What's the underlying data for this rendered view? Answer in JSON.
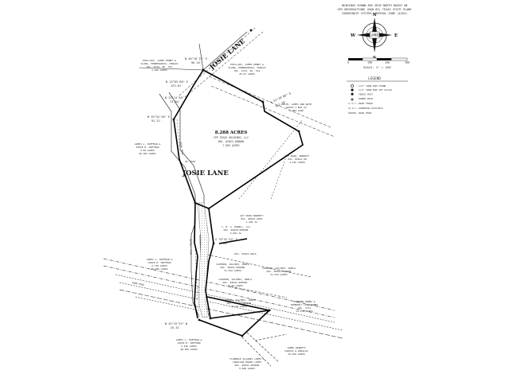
{
  "header_note": [
    "BEARINGS SHOWN ARE GRID NORTH BASED ON",
    "GPS OBSERVATIONS (NAD 83) TEXAS STATE PLANE",
    "COORDINATE SYSTEM, CENTRAL ZONE (4203)"
  ],
  "compass": {
    "north": "N",
    "south": "S",
    "east": "E",
    "west": "W",
    "center": "LAND"
  },
  "scale_bar": {
    "ticks": [
      "0",
      "100",
      "200",
      "300"
    ],
    "label": "SCALE: 1\" = 100'"
  },
  "legend": {
    "title": "LEGEND",
    "items": [
      "1/2\" IRON ROD FOUND",
      "1/2\" IRON ROD SET W/CAP",
      "FENCE POST",
      "POWER POLE",
      "WIRE FENCE",
      "OVERHEAD ELECTRIC",
      "ROAD EDGE"
    ]
  },
  "road_top": "JOSIE LANE",
  "road_mid": "JOSIE LANE",
  "tract": {
    "acreage": "8.288 ACRES",
    "lines": [
      "CPP TEXAS HOLDINGS, LLC",
      "DOC. #2022-000000",
      "7.895 ACRES"
    ]
  },
  "bearings": {
    "b1": "N 46°18'15\" E",
    "b1d": "96.16'",
    "b2": "N 13°05'06\" E",
    "b2d": "123.61'",
    "b3": "N 21°14'30\" E",
    "b3d": "73.84'",
    "b4": "N 35°54'48\" E",
    "b4d": "91.21'",
    "b5": "S 51°20'06\" E",
    "b5d": "362.39'",
    "b6": "S 70°52'43\" E",
    "b6d": "4.09'",
    "b7": "N 45°19'53\" W",
    "b7d": "25.51'"
  },
  "owners": {
    "o_top_left": [
      "PHILLIPS, JAMES PENNY &",
      "SLUNG, PENDERGRASS, DONALD",
      "VOL. 4734, PG. 512",
      "3.000 ACRES"
    ],
    "o_top_mid": [
      "PHILLIPS, JAMES PENNY &",
      "SLUNG, PENDERGRASS, DONALD",
      "VOL. 4734, PG. 512",
      "45.07 ACRES"
    ],
    "o_right_top": [
      "SMITH, JAMES AND RUTH",
      "ROUTE 3 BOX 22",
      "1.000 ACRE"
    ],
    "o_left": [
      "JAMES L. HOFFMAN &",
      "JODIE M. HOFFMAN",
      "4.84 ACRES",
      "48.306 ACRES"
    ],
    "o_right": [
      "DAY ROAD, BARRETT",
      "DOC. #2021-00",
      "4.446 ACRES"
    ],
    "o_center": [
      "DAY ROAD BARRETT",
      "DOC. #2021-0001",
      "1.281 AC"
    ],
    "o_mid": [
      "C. M. A. ROWELL, LLC",
      "DOC. #2020-000000",
      "6.001 AC"
    ],
    "o_small": [
      "DOC. #2021-0014"
    ],
    "o_mid2": [
      "CAPSMAN, SALIERI, PABLO",
      "DOC. #2021-000000",
      "31.012 ACRES"
    ],
    "o_mid3": [
      "CAPSMAN, SALIERI, PABLO",
      "DOC. #2021-000000",
      "31.012 ACRES"
    ],
    "o_mid4": [
      "CAPSMAN, SALIERI, PABLO",
      "DOC. #2021-000000",
      "36.50 ACRES"
    ],
    "o_mid5": [
      "CAPSMAN, SALIERI, PABLO",
      "DOC. #2021-000000",
      "16.50 ACRES"
    ],
    "o_right_low": [
      "STEPHEN HOBBS &",
      "KIMBERLY LOAN HOBBS",
      "VOL. 4711",
      "14.270 ACRES"
    ],
    "o_left_low": [
      "JAMES L. HOFFMAN &",
      "JODIE M. HOFFMAN",
      "2.730 ACRES",
      "48.306 ACRES"
    ],
    "o_bottom_left": [
      "JAMES L. HOFFMAN &",
      "JODIE M. HOFFMAN",
      "3.146 ACRES",
      "48.306 ACRES"
    ],
    "o_bottom": [
      "FLORENCE ALVARES LOPES &",
      "CAROLINA MARIE LOPES",
      "DOC. #2021-000000",
      "5.000 ACRES"
    ],
    "o_bottom_right": [
      "JAMES BARRETT",
      "HAROLD & DOUGLAS",
      "28.956 ACRES"
    ]
  },
  "row_labels": {
    "r1": "LOCAL ROAD",
    "r2": "20' ESMT",
    "r3": "ASPHALT ROAD",
    "r4": "ROAD EDGE"
  }
}
